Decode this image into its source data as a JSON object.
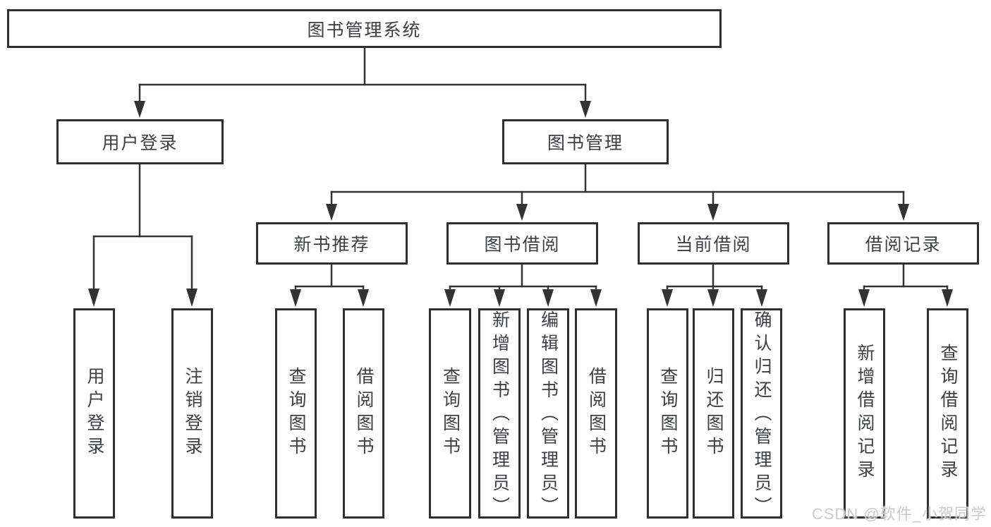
{
  "diagram_type": "hierarchy-tree",
  "tree": {
    "label": "图书管理系统",
    "children": [
      {
        "label": "用户登录",
        "children": [
          {
            "label": "用户登录"
          },
          {
            "label": "注销登录"
          }
        ]
      },
      {
        "label": "图书管理",
        "children": [
          {
            "label": "新书推荐",
            "children": [
              {
                "label": "查询图书"
              },
              {
                "label": "借阅图书"
              }
            ]
          },
          {
            "label": "图书借阅",
            "children": [
              {
                "label": "查询图书"
              },
              {
                "label": "新增图书（管理员）"
              },
              {
                "label": "编辑图书（管理员）"
              },
              {
                "label": "借阅图书"
              }
            ]
          },
          {
            "label": "当前借阅",
            "children": [
              {
                "label": "查询图书"
              },
              {
                "label": "归还图书"
              },
              {
                "label": "确认归还（管理员）"
              }
            ]
          },
          {
            "label": "借阅记录",
            "children": [
              {
                "label": "新增借阅记录"
              },
              {
                "label": "查询借阅记录"
              }
            ]
          }
        ]
      }
    ]
  },
  "watermark": "CSDN @软件_小贺同学",
  "colors": {
    "line": "#333333",
    "border": "#2e2f31",
    "text": "#3d3f42",
    "watermark": "#cbcbcb",
    "background": "#ffffff"
  }
}
